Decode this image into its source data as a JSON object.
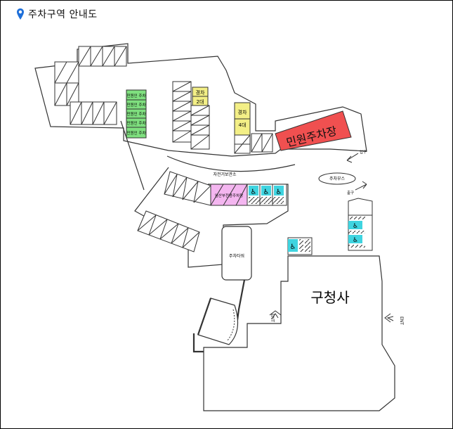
{
  "header": {
    "title": "주차구역 안내도",
    "icon": "map-pin-icon",
    "icon_color": "#1e6fd9"
  },
  "map": {
    "green_zone": {
      "color": "#7fe07f",
      "labels": [
        "민원인 주차",
        "민원인 주차",
        "민원인 주차",
        "민원인 주차",
        "민원인 주차"
      ]
    },
    "yellow_zone_small": {
      "color": "#f3ef86",
      "labels": [
        "경차",
        "2대"
      ]
    },
    "yellow_zone_mid": {
      "color": "#f3ef86",
      "labels": [
        "경차",
        "4대"
      ]
    },
    "red_zone": {
      "color": "#f05050",
      "label": "민원주차장"
    },
    "pink_zone": {
      "color": "#f4b6f0",
      "label": "임산부전용주차장"
    },
    "cyan_color": "#3fd4e0",
    "accessible_icon": "wheelchair-icon",
    "labels": {
      "bicycle_rack": "자전거보관소",
      "parking_booth": "주차부스",
      "parking_tower": "주차타워",
      "building": "구청사",
      "ent_left": "ENT",
      "ent_right": "ENT",
      "entrance_arrow": "입구",
      "exit_arrow": "출구"
    }
  }
}
